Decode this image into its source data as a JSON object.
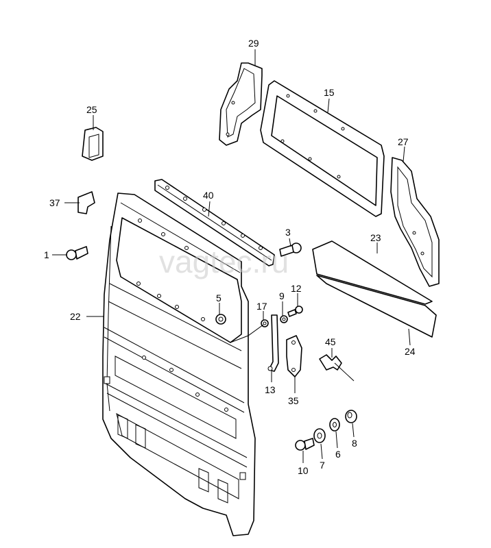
{
  "watermark": "vagtec.ru",
  "callouts": {
    "c1": "1",
    "c3": "3",
    "c5": "5",
    "c6": "6",
    "c7": "7",
    "c8": "8",
    "c9": "9",
    "c10": "10",
    "c12": "12",
    "c13": "13",
    "c15": "15",
    "c17": "17",
    "c22": "22",
    "c23": "23",
    "c24": "24",
    "c25": "25",
    "c27": "27",
    "c29": "29",
    "c35": "35",
    "c37": "37",
    "c40": "40",
    "c45": "45"
  }
}
